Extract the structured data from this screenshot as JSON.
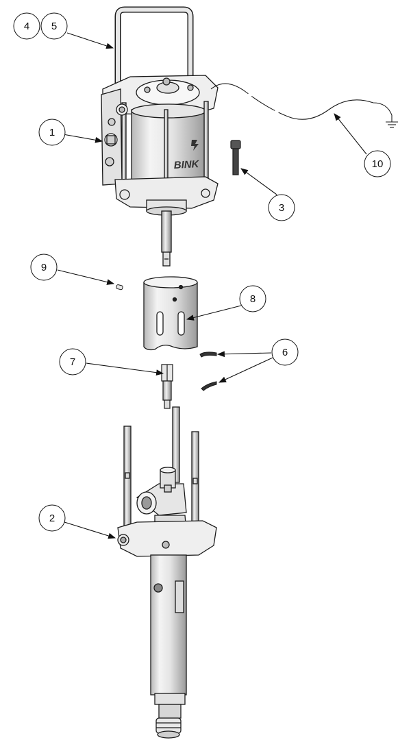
{
  "callouts": {
    "c1": "1",
    "c2": "2",
    "c3": "3",
    "c4": "4",
    "c5": "5",
    "c6": "6",
    "c7": "7",
    "c8": "8",
    "c9": "9",
    "c10": "10"
  },
  "brand_label": "BINK",
  "colors": {
    "line": "#1a1a1a",
    "metal_light": "#f2f2f2",
    "metal_mid": "#d6d6d6",
    "metal_dark": "#8c8c8c"
  }
}
